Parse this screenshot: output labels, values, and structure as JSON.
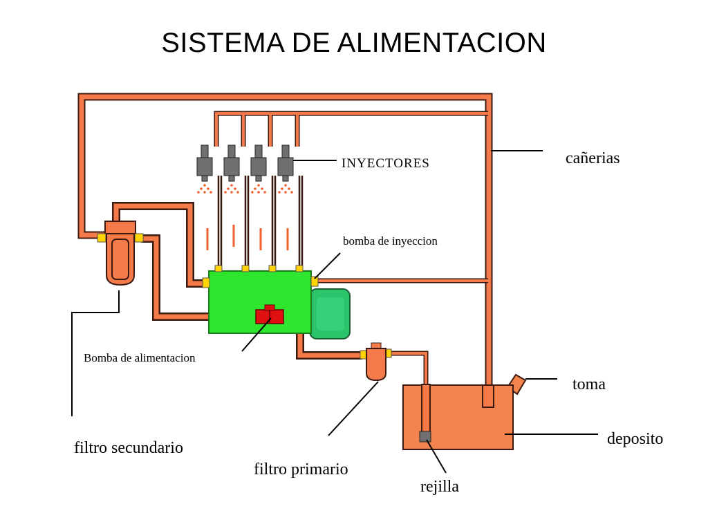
{
  "title": "SISTEMA DE ALIMENTACION",
  "labels": {
    "inyectores": "INYECTORES",
    "canerias": "cañerias",
    "bomba_inyeccion": "bomba de inyeccion",
    "bomba_alimentacion": "Bomba de alimentacion",
    "toma": "toma",
    "deposito": "deposito",
    "filtro_secundario": "filtro secundario",
    "filtro_primario": "filtro primario",
    "rejilla": "rejilla"
  },
  "colors": {
    "pipe_orange": "#F47A4A",
    "pipe_dark": "#3a1a10",
    "tank": "#F4844D",
    "pump_green": "#2EE62E",
    "governor_green": "#2BC46A",
    "feed_pump_red": "#E01010",
    "injector_gray": "#707070",
    "fitting_yellow": "#FFD400",
    "spray": "#F06030"
  }
}
